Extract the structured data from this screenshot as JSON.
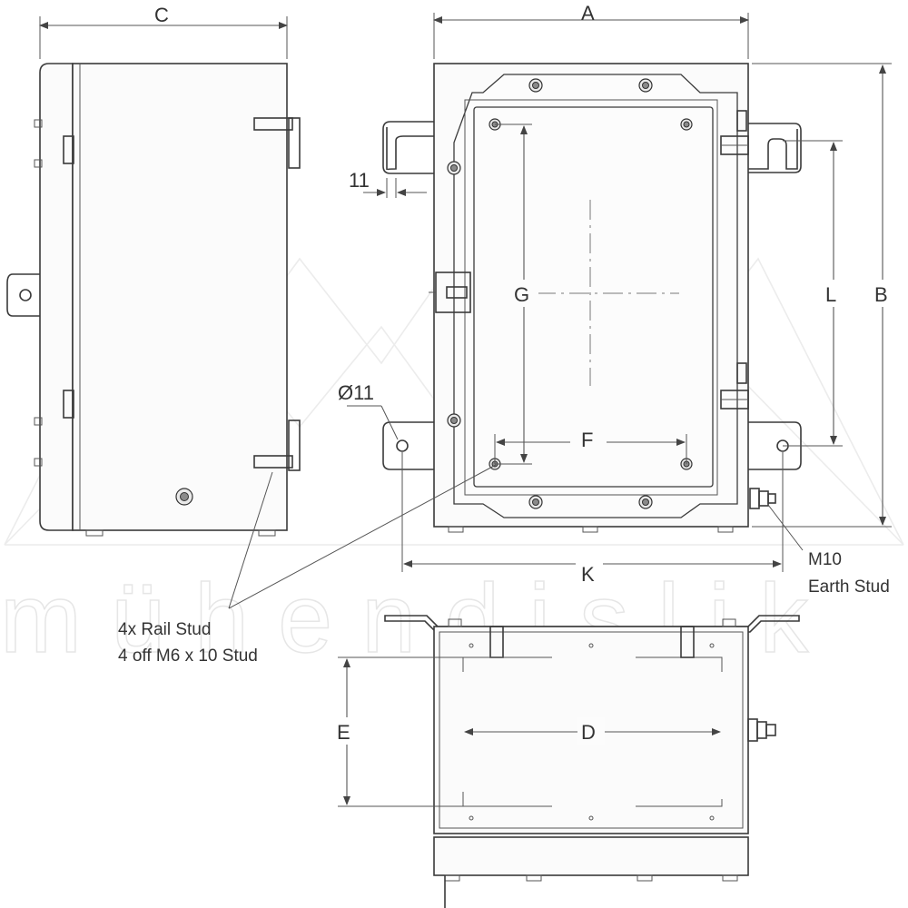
{
  "dimensions": {
    "A": "A",
    "B": "B",
    "C": "C",
    "D": "D",
    "E": "E",
    "F": "F",
    "G": "G",
    "K": "K",
    "L": "L",
    "slot_width": "11",
    "hole_diameter": "Ø11"
  },
  "notes": {
    "rail_stud_line1": "4x Rail Stud",
    "rail_stud_line2": "4 off M6 x 10 Stud",
    "earth_stud_line1": "M10",
    "earth_stud_line2": "Earth Stud"
  },
  "watermark": {
    "text": "mühendislik"
  }
}
